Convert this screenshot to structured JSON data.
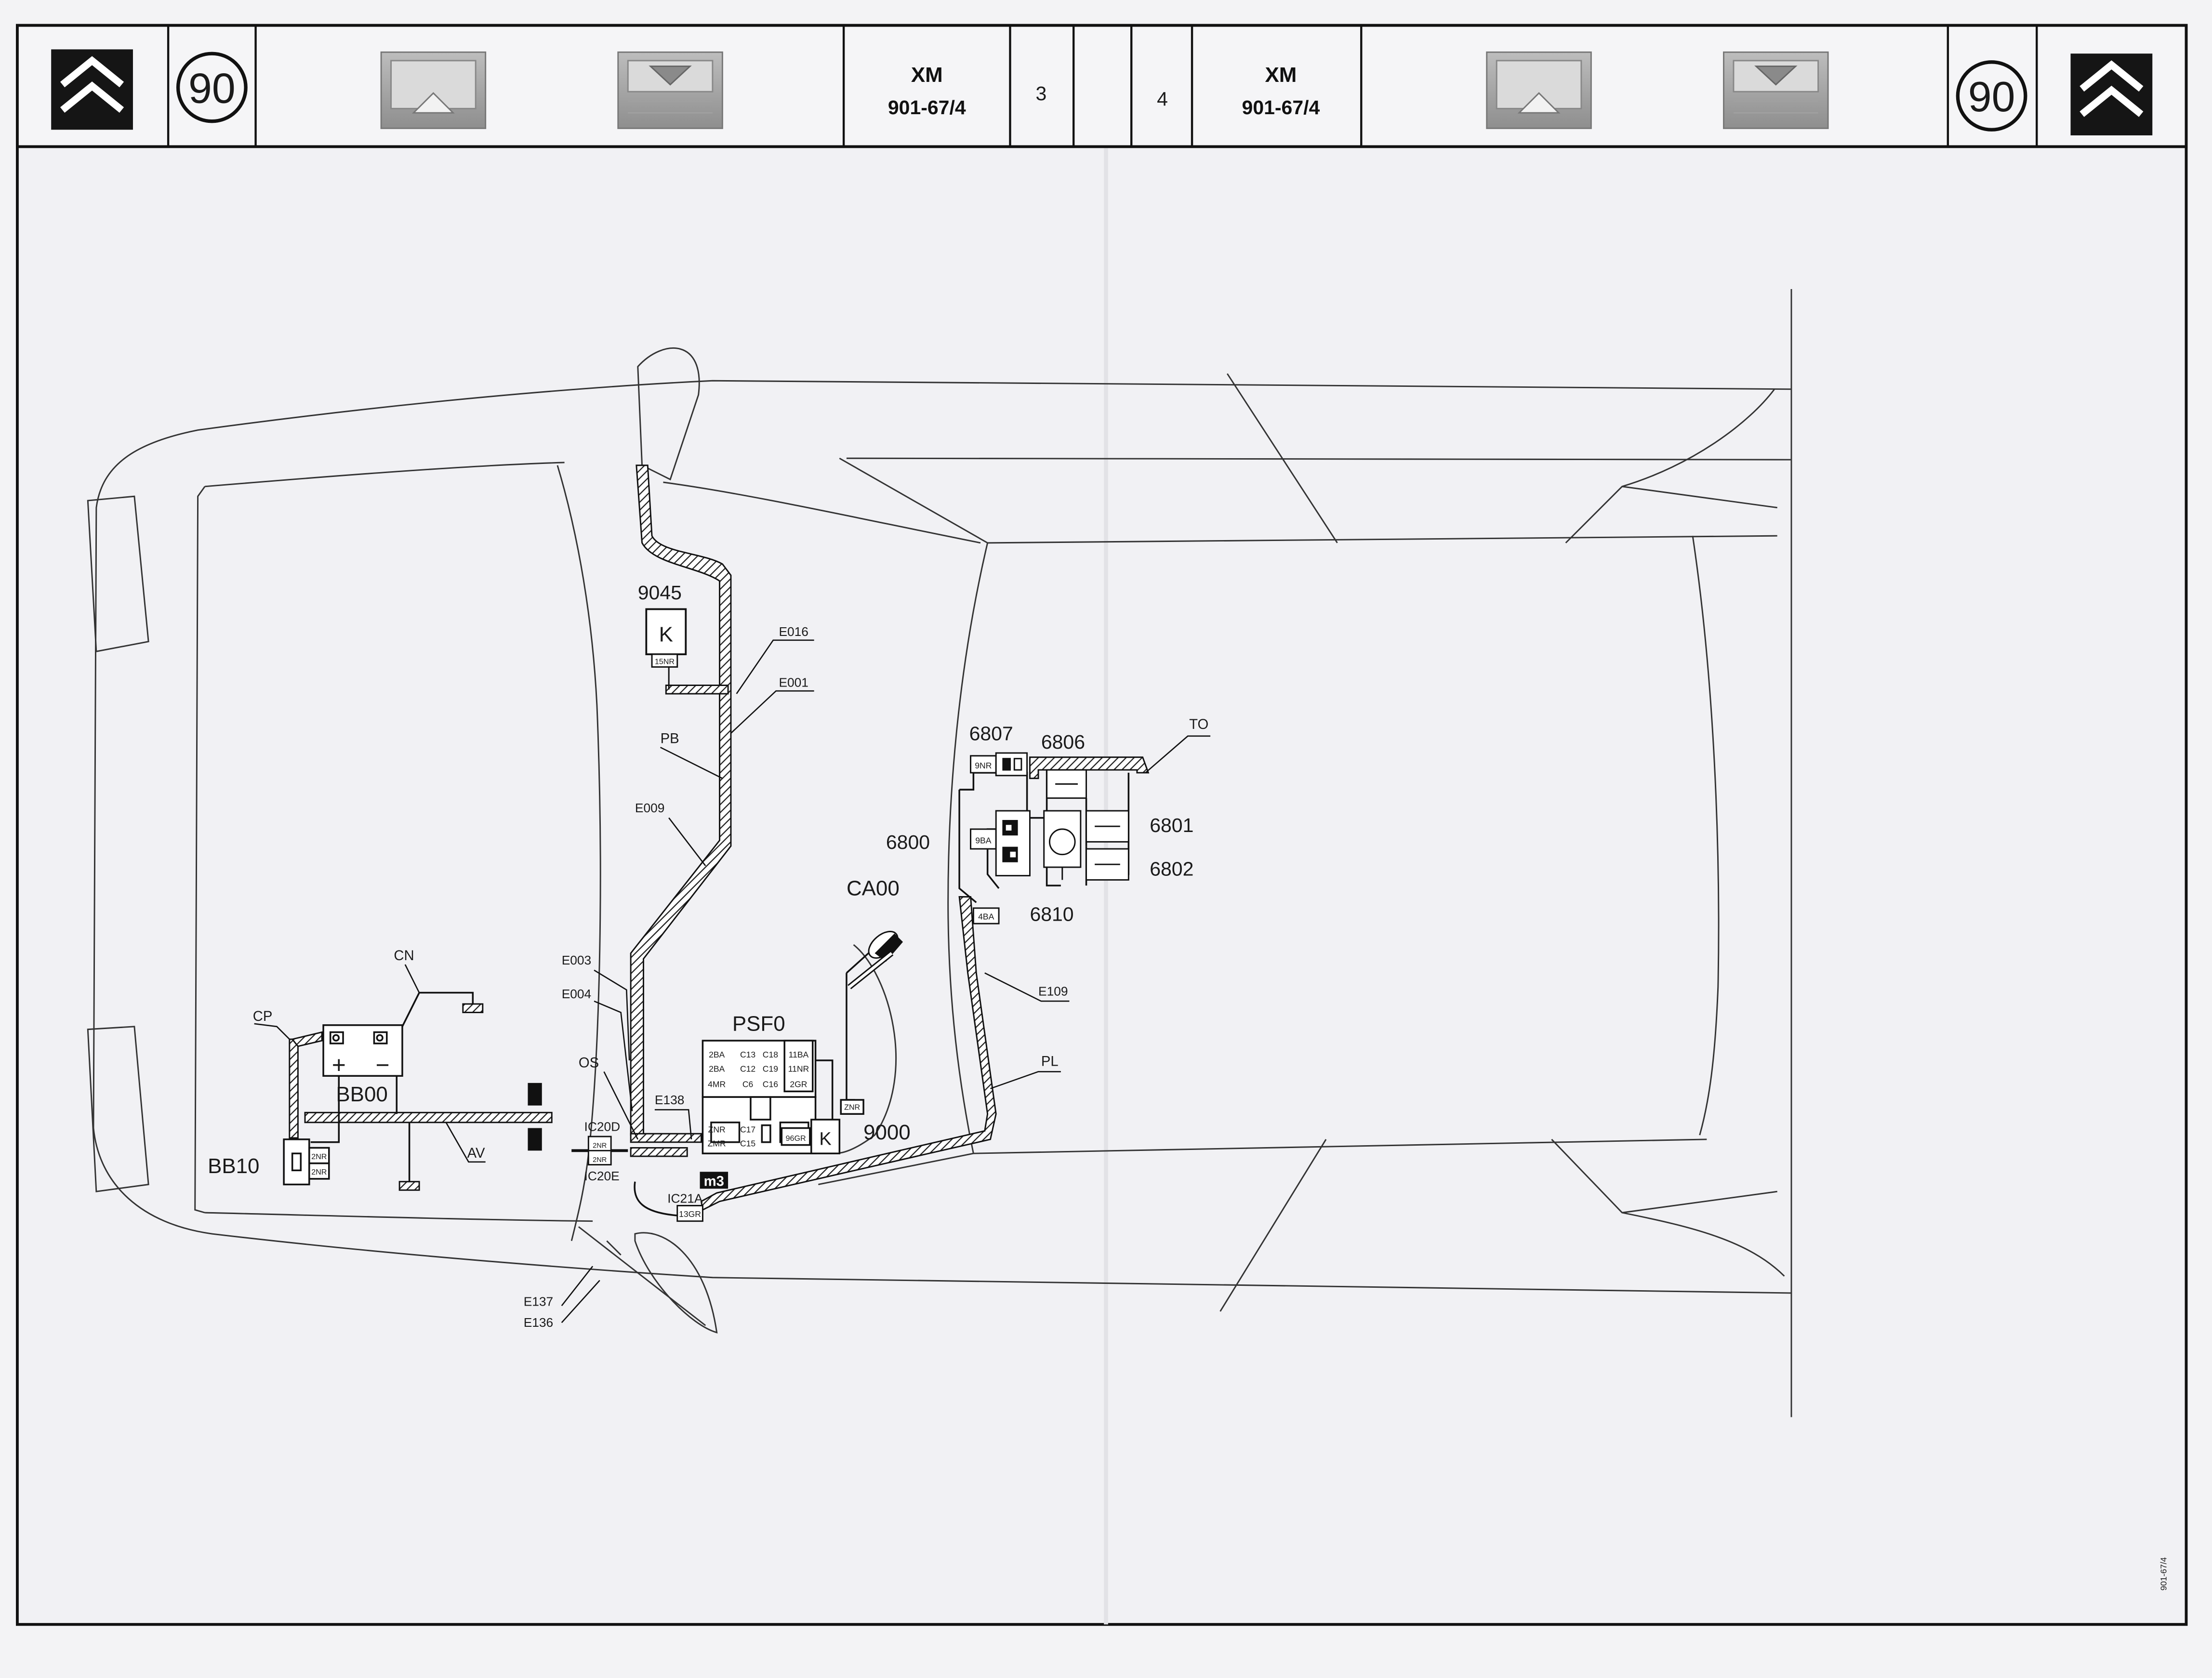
{
  "header": {
    "left": {
      "badge": "90",
      "model": "XM",
      "reference": "901-67/4",
      "page_number": "3"
    },
    "right": {
      "badge": "90",
      "model": "XM",
      "reference": "901-67/4",
      "page_number": "4"
    },
    "icons": [
      "citroen-chevron-logo",
      "page-up-arrow-icon",
      "page-down-arrow-icon"
    ]
  },
  "components": {
    "c9045": "9045",
    "c6807": "6807",
    "c6806": "6806",
    "c6800": "6800",
    "c6801": "6801",
    "c6802": "6802",
    "c6810": "6810",
    "ca00": "CA00",
    "psf0": "PSF0",
    "c9000": "9000",
    "bb00": "BB00",
    "bb10": "BB10",
    "ic20d": "IC20D",
    "ic20e": "IC20E",
    "ic21a": "IC21A",
    "m3": "m3",
    "k_relay": "K",
    "plus": "+",
    "minus": "−"
  },
  "harness_labels": {
    "e016": "E016",
    "e001": "E001",
    "pb": "PB",
    "e009": "E009",
    "to": "TO",
    "e003": "E003",
    "e004": "E004",
    "os": "OS",
    "e138": "E138",
    "e109": "E109",
    "pl": "PL",
    "cn": "CN",
    "cp": "CP",
    "av": "AV",
    "e137": "E137",
    "e136": "E136"
  },
  "connectors": {
    "n15nr": "15NR",
    "n9nr": "9NR",
    "n9ba": "9BA",
    "n4ba": "4BA",
    "n2nr_a": "2NR",
    "n2nr_b": "2NR",
    "n2nr_c": "2NR",
    "n2nr_d": "2NR",
    "znr_9000": "ZNR",
    "n13gr": "13GR",
    "n96gr": "96GR"
  },
  "psf0_grid": [
    [
      "2BA",
      "C13",
      "C18",
      "11BA"
    ],
    [
      "2BA",
      "C12",
      "C19",
      "11NR"
    ],
    [
      "4MR",
      "C6",
      "C16",
      "2GR"
    ],
    [
      "ZNR",
      "C17",
      "",
      ""
    ],
    [
      "ZMR",
      "C15",
      "",
      ""
    ]
  ],
  "footer": {
    "reference": "901-67/4"
  }
}
